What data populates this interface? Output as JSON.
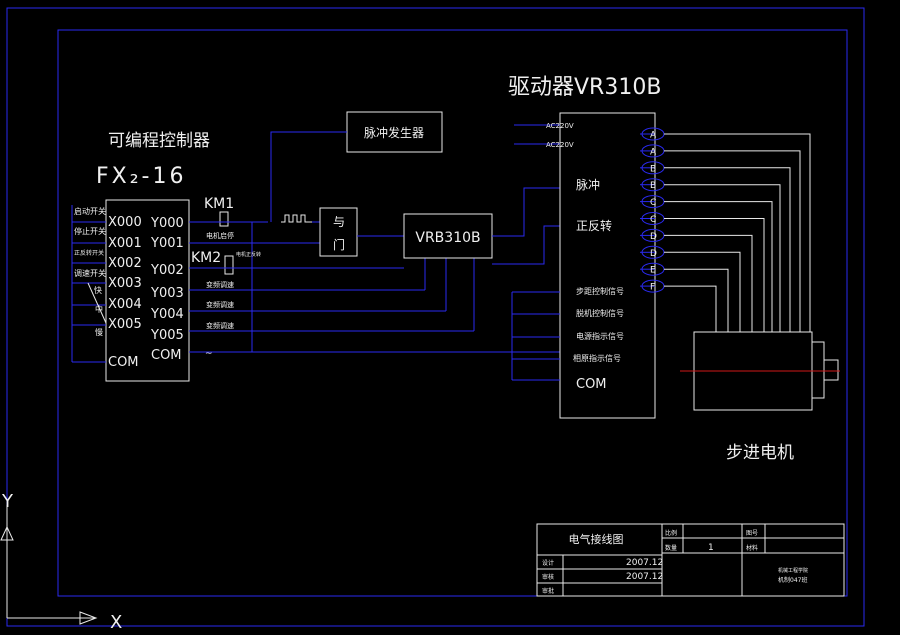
{
  "plc": {
    "title": "可编程控制器",
    "model": "FX₂-16",
    "inputs": [
      "X000",
      "X001",
      "X002",
      "X003",
      "X004",
      "X005",
      "COM"
    ],
    "outputs": [
      "Y000",
      "Y001",
      "Y002",
      "Y003",
      "Y004",
      "Y005",
      "COM"
    ],
    "input_labels": [
      "启动开关",
      "停止开关",
      "正反转开关",
      "调速开关"
    ],
    "speed_labels": [
      "快",
      "中",
      "慢"
    ],
    "output_labels": [
      "电机启停",
      "电机正反转",
      "变频调速",
      "变频调速",
      "变频调速"
    ],
    "relays": [
      "KM1",
      "KM2"
    ],
    "tilde": "~"
  },
  "pulse_gen": "脉冲发生器",
  "and_gate": "与\n门",
  "and_gate_l1": "与",
  "and_gate_l2": "门",
  "vrb": "VRB310B",
  "driver": {
    "title": "驱动器VR310B",
    "ac": [
      "AC220V",
      "AC220V"
    ],
    "labels": [
      "脉冲",
      "正反转",
      "步距控制信号",
      "脱机控制信号",
      "电源指示信号",
      "相原指示信号",
      "COM"
    ],
    "outputs": [
      "A",
      "A",
      "B",
      "B",
      "C",
      "C",
      "D",
      "D",
      "E",
      "F"
    ]
  },
  "motor": "步进电机",
  "title_block": {
    "name": "电气接线图",
    "row_labels": [
      "设计",
      "审核",
      "审批"
    ],
    "dates": [
      "2007.12",
      "2007.12"
    ],
    "mid_labels": [
      "比例",
      "数量"
    ],
    "qty": "1",
    "right_labels": [
      "图号",
      "材料"
    ],
    "school_l1": "机械工程学院",
    "school_l2": "机制047班"
  },
  "axes": {
    "y": "Y",
    "x": "X"
  }
}
